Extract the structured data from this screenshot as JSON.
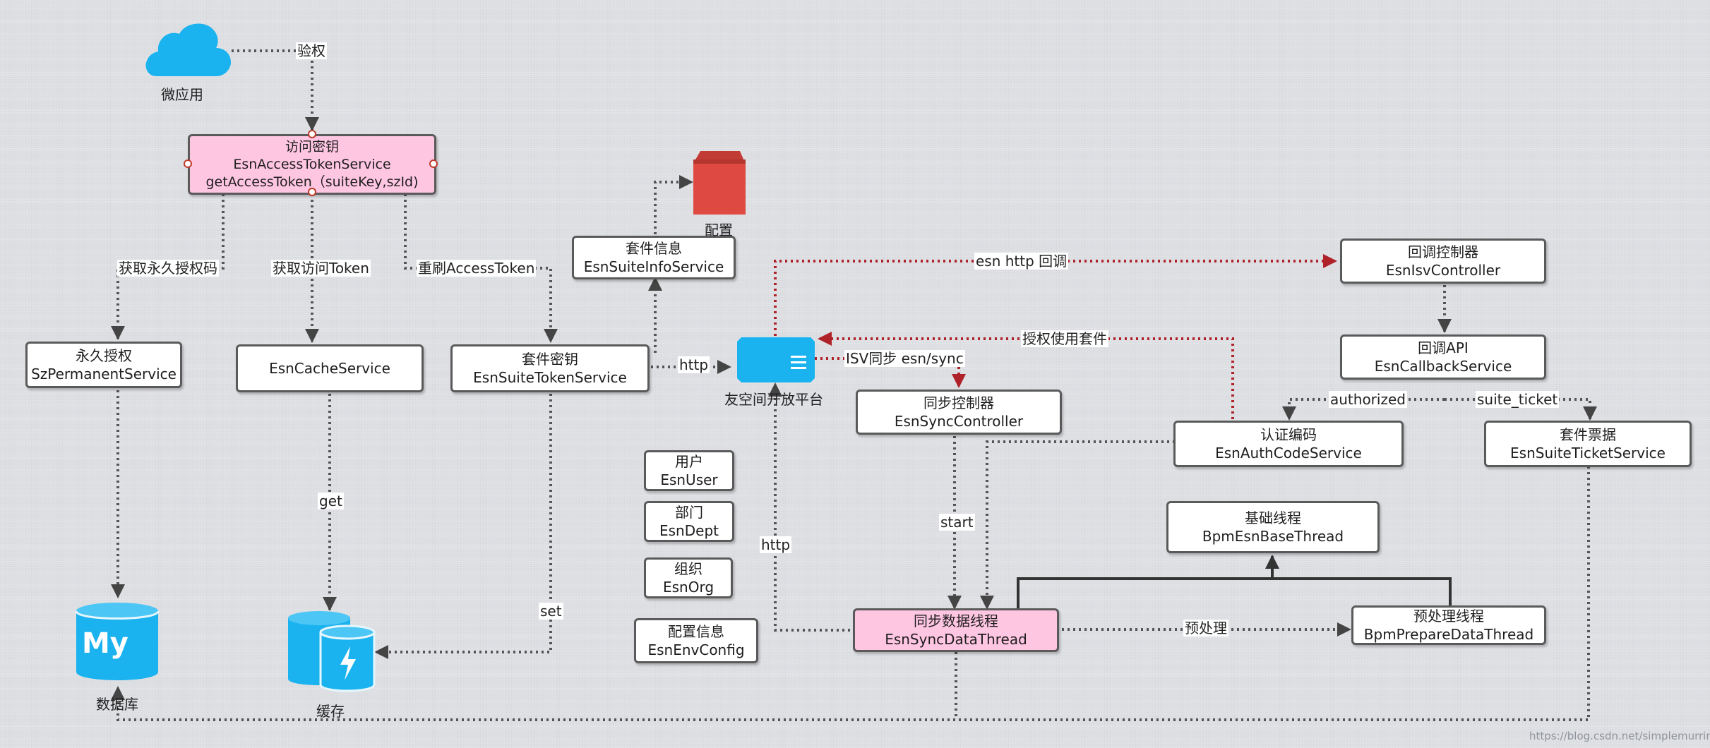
{
  "nodes": {
    "micro_app": {
      "label": "微应用"
    },
    "access_key": {
      "title": "访问密钥",
      "service": "EsnAccessTokenService",
      "method": "getAccessToken（suiteKey,szId)"
    },
    "config_store": {
      "label": "配置"
    },
    "suite_info": {
      "title": "套件信息",
      "service": "EsnSuiteInfoService"
    },
    "permanent": {
      "title": "永久授权",
      "service": "SzPermanentService"
    },
    "cache_service": {
      "service": "EsnCacheService"
    },
    "suite_token": {
      "title": "套件密钥",
      "service": "EsnSuiteTokenService"
    },
    "platform": {
      "label": "友空间开放平台"
    },
    "isv_controller": {
      "title": "回调控制器",
      "service": "EsnIsvController"
    },
    "callback_api": {
      "title": "回调API",
      "service": "EsnCallbackService"
    },
    "sync_controller": {
      "title": "同步控制器",
      "service": "EsnSyncController"
    },
    "auth_code": {
      "title": "认证编码",
      "service": "EsnAuthCodeService"
    },
    "suite_ticket": {
      "title": "套件票据",
      "service": "EsnSuiteTicketService"
    },
    "user": {
      "title": "用户",
      "service": "EsnUser"
    },
    "dept": {
      "title": "部门",
      "service": "EsnDept"
    },
    "org": {
      "title": "组织",
      "service": "EsnOrg"
    },
    "env_config": {
      "title": "配置信息",
      "service": "EsnEnvConfig"
    },
    "base_thread": {
      "title": "基础线程",
      "service": "BpmEsnBaseThread"
    },
    "sync_thread": {
      "title": "同步数据线程",
      "service": "EsnSyncDataThread"
    },
    "prepare_thread": {
      "title": "预处理线程",
      "service": "BpmPrepareDataThread"
    },
    "database": {
      "label": "数据库",
      "glyph": "My"
    },
    "cache": {
      "label": "缓存"
    }
  },
  "edges": {
    "auth": "验权",
    "get_permanent_code": "获取永久授权码",
    "get_access_token": "获取访问Token",
    "refresh_access_token": "重刷AccessToken",
    "http_suite_token": "http",
    "esn_http_callback": "esn http 回调",
    "auth_use_suite": "授权使用套件",
    "isv_sync": "ISV同步 esn/sync",
    "authorized": "authorized",
    "suite_ticket": "suite_ticket",
    "get": "get",
    "set": "set",
    "start": "start",
    "http_sync": "http",
    "preprocess": "预处理"
  },
  "colors": {
    "pink": "#ffc6e2",
    "cloud_blue": "#1ab3ef",
    "red_arrow": "#b0222a",
    "box_border": "#5a5a5a",
    "config_red": "#de4a42"
  },
  "watermark": "https://blog.csdn.net/simplemurrina"
}
